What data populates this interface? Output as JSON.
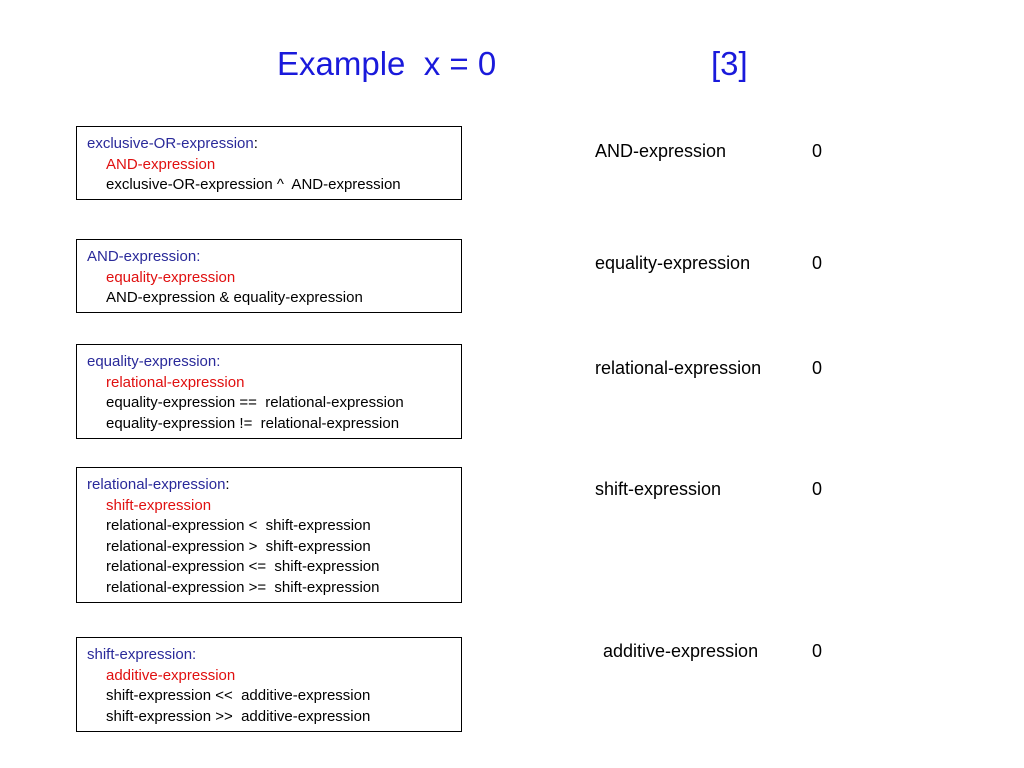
{
  "title": {
    "main": "Example  x = 0",
    "ref": "[3]"
  },
  "rules": [
    {
      "head": "exclusive-OR-expression",
      "colon": ":",
      "alternatives": [
        "AND-expression",
        "exclusive-OR-expression ^  AND-expression"
      ]
    },
    {
      "head": "AND-expression:",
      "colon": "",
      "alternatives": [
        "equality-expression",
        "AND-expression & equality-expression"
      ]
    },
    {
      "head": "equality-expression:",
      "colon": "",
      "alternatives": [
        "relational-expression",
        "equality-expression ==  relational-expression",
        "equality-expression !=  relational-expression"
      ]
    },
    {
      "head": "relational-expression",
      "colon": ":",
      "alternatives": [
        "shift-expression",
        "relational-expression <  shift-expression",
        "relational-expression >  shift-expression",
        "relational-expression <=  shift-expression",
        "relational-expression >=  shift-expression"
      ]
    },
    {
      "head": "shift-expression:",
      "colon": "",
      "alternatives": [
        "additive-expression",
        "shift-expression <<  additive-expression",
        "shift-expression >>  additive-expression"
      ]
    }
  ],
  "values": [
    {
      "label": "AND-expression",
      "value": "0"
    },
    {
      "label": "equality-expression",
      "value": "0"
    },
    {
      "label": "relational-expression",
      "value": "0"
    },
    {
      "label": "shift-expression",
      "value": "0"
    },
    {
      "label": "additive-expression",
      "value": "0"
    }
  ],
  "colors": {
    "title": "#1a1adb",
    "rule_head": "#2a2a9a",
    "first_alternative": "#e01010",
    "text": "#000000"
  }
}
